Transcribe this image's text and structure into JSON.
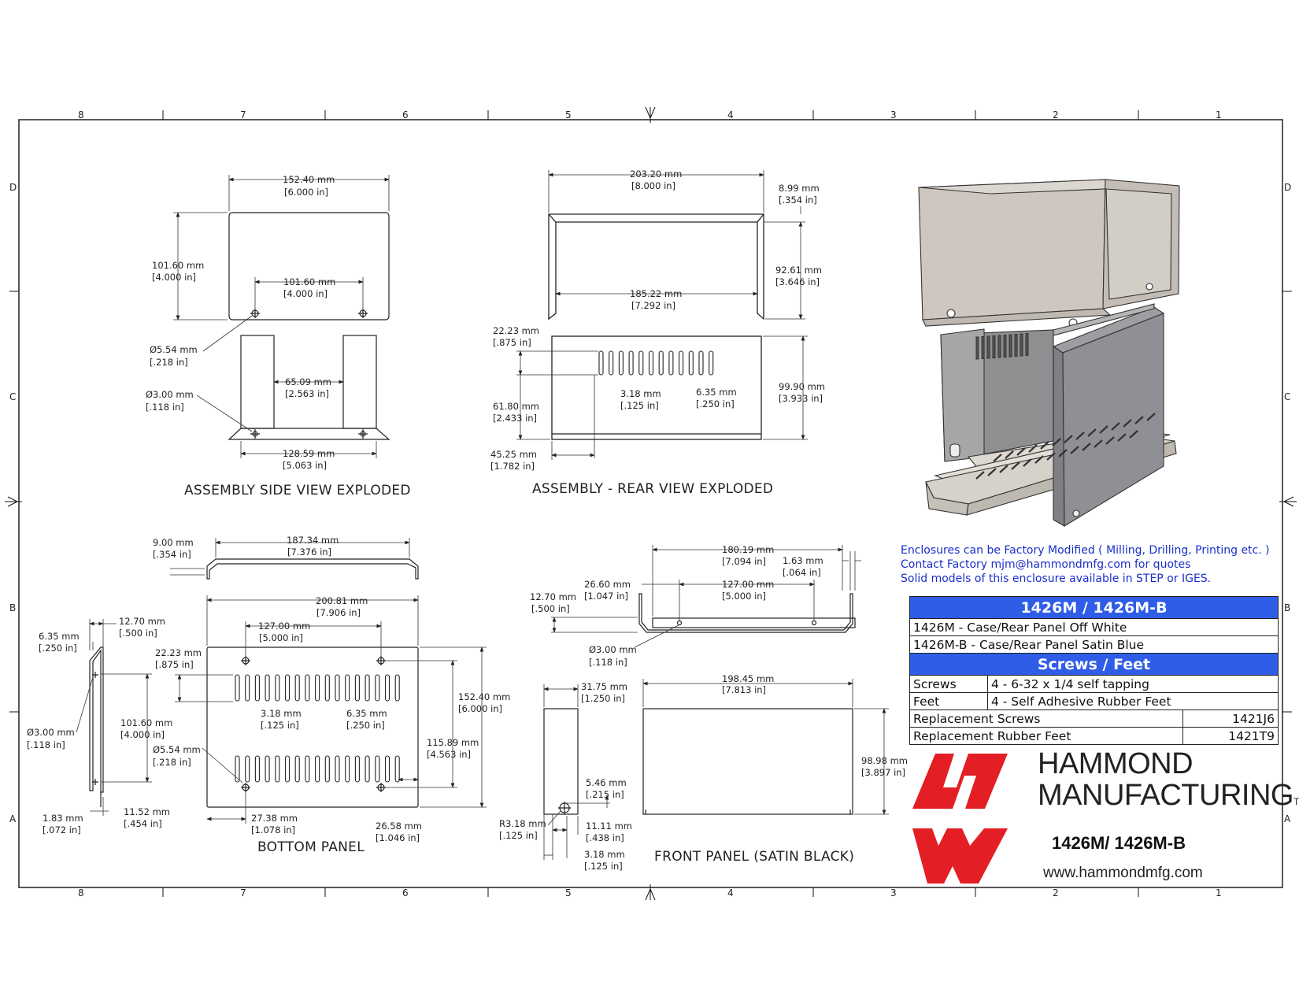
{
  "border_numbers": [
    "8",
    "7",
    "6",
    "5",
    "4",
    "3",
    "2",
    "1"
  ],
  "border_letters": [
    "D",
    "C",
    "B",
    "A"
  ],
  "views": {
    "side": "ASSEMBLY SIDE VIEW EXPLODED",
    "rear": "ASSEMBLY - REAR VIEW EXPLODED",
    "bottom": "BOTTOM PANEL",
    "front": "FRONT PANEL (SATIN BLACK)"
  },
  "dims": {
    "side_w": [
      "152.40 mm",
      "[6.000 in]"
    ],
    "side_h": [
      "101.60 mm",
      "[4.000 in]"
    ],
    "side_holes": [
      "101.60 mm",
      "[4.000 in]"
    ],
    "side_d554": [
      "Ø5.54 mm",
      "[.218 in]"
    ],
    "side_d300": [
      "Ø3.00 mm",
      "[.118 in]"
    ],
    "side_gap": [
      "65.09 mm",
      "[2.563 in]"
    ],
    "side_base": [
      "128.59 mm",
      "[5.063 in]"
    ],
    "rear_w": [
      "203.20 mm",
      "[8.000 in]"
    ],
    "rear_lip": [
      "8.99 mm",
      "[.354 in]"
    ],
    "rear_h": [
      "92.61 mm",
      "[3.646 in]"
    ],
    "rear_inner": [
      "185.22 mm",
      "[7.292 in]"
    ],
    "rear_slot": [
      "22.23 mm",
      "[.875 in]"
    ],
    "rear_slot_w": [
      "3.18 mm",
      "[.125 in]"
    ],
    "rear_slot_p": [
      "6.35 mm",
      "[.250 in]"
    ],
    "rear_ph": [
      "99.90 mm",
      "[3.933 in]"
    ],
    "rear_sh": [
      "61.80 mm",
      "[2.433 in]"
    ],
    "rear_off": [
      "45.25 mm",
      "[1.782 in]"
    ],
    "bot_lip": [
      "9.00 mm",
      "[.354 in]"
    ],
    "bot_w1": [
      "187.34 mm",
      "[7.376 in]"
    ],
    "bot_w2": [
      "200.81 mm",
      "[7.906 in]"
    ],
    "bot_holes": [
      "127.00 mm",
      "[5.000 in]"
    ],
    "bot_slot": [
      "22.23 mm",
      "[.875 in]"
    ],
    "bot_h": [
      "152.40 mm",
      "[6.000 in]"
    ],
    "bot_sw": [
      "3.18 mm",
      "[.125 in]"
    ],
    "bot_sp": [
      "6.35 mm",
      "[.250 in]"
    ],
    "bot_hh": [
      "115.89 mm",
      "[4.563 in]"
    ],
    "bot_d554": [
      "Ø5.54 mm",
      "[.218 in]"
    ],
    "bot_l": [
      "27.38 mm",
      "[1.078 in]"
    ],
    "bot_r": [
      "26.58 mm",
      "[1.046 in]"
    ],
    "sec_a": [
      "12.70 mm",
      "[.500 in]"
    ],
    "sec_b": [
      "6.35 mm",
      "[.250 in]"
    ],
    "sec_c": [
      "101.60 mm",
      "[4.000 in]"
    ],
    "sec_d": [
      "Ø3.00 mm",
      "[.118 in]"
    ],
    "sec_e": [
      "1.83 mm",
      "[.072 in]"
    ],
    "sec_f": [
      "11.52 mm",
      "[.454 in]"
    ],
    "fp_w": [
      "180.19 mm",
      "[7.094 in]"
    ],
    "fp_t": [
      "1.63 mm",
      "[.064 in]"
    ],
    "fp_a": [
      "26.60 mm",
      "[1.047 in]"
    ],
    "fp_hs": [
      "127.00 mm",
      "[5.000 in]"
    ],
    "fp_h": [
      "12.70 mm",
      "[.500 in]"
    ],
    "fp_d": [
      "Ø3.00 mm",
      "[.118 in]"
    ],
    "fr_w": [
      "198.45 mm",
      "[7.813 in]"
    ],
    "fr_h": [
      "98.98 mm",
      "[3.897 in]"
    ],
    "fs_w": [
      "31.75 mm",
      "[1.250 in]"
    ],
    "fs_a": [
      "5.46 mm",
      "[.215 in]"
    ],
    "fs_r": [
      "R3.18 mm",
      "[.125 in]"
    ],
    "fs_b": [
      "11.11 mm",
      "[.438 in]"
    ],
    "fs_c": [
      "3.18 mm",
      "[.125 in]"
    ]
  },
  "notes": [
    "Enclosures can be Factory Modified ( Milling, Drilling, Printing etc. )",
    "Contact Factory mjm@hammondmfg.com for quotes",
    "Solid models of this enclosure available in STEP or IGES."
  ],
  "table": {
    "title": "1426M / 1426M-B",
    "variants": [
      "1426M - Case/Rear Panel Off White",
      "1426M-B - Case/Rear Panel Satin Blue"
    ],
    "section": "Screws / Feet",
    "screws_k": "Screws",
    "screws_v": "4 - 6-32 x 1/4 self tapping",
    "feet_k": "Feet",
    "feet_v": "4 - Self Adhesive Rubber Feet",
    "rep_screws_k": "Replacement Screws",
    "rep_screws_v": "1421J6",
    "rep_feet_k": "Replacement Rubber Feet",
    "rep_feet_v": "1421T9"
  },
  "brand": {
    "line1": "HAMMOND",
    "line2": "MANUFACTURING",
    "tm": "TM",
    "model": "1426M/ 1426M-B",
    "url": "www.hammondmfg.com",
    "color": "#e31e24"
  }
}
